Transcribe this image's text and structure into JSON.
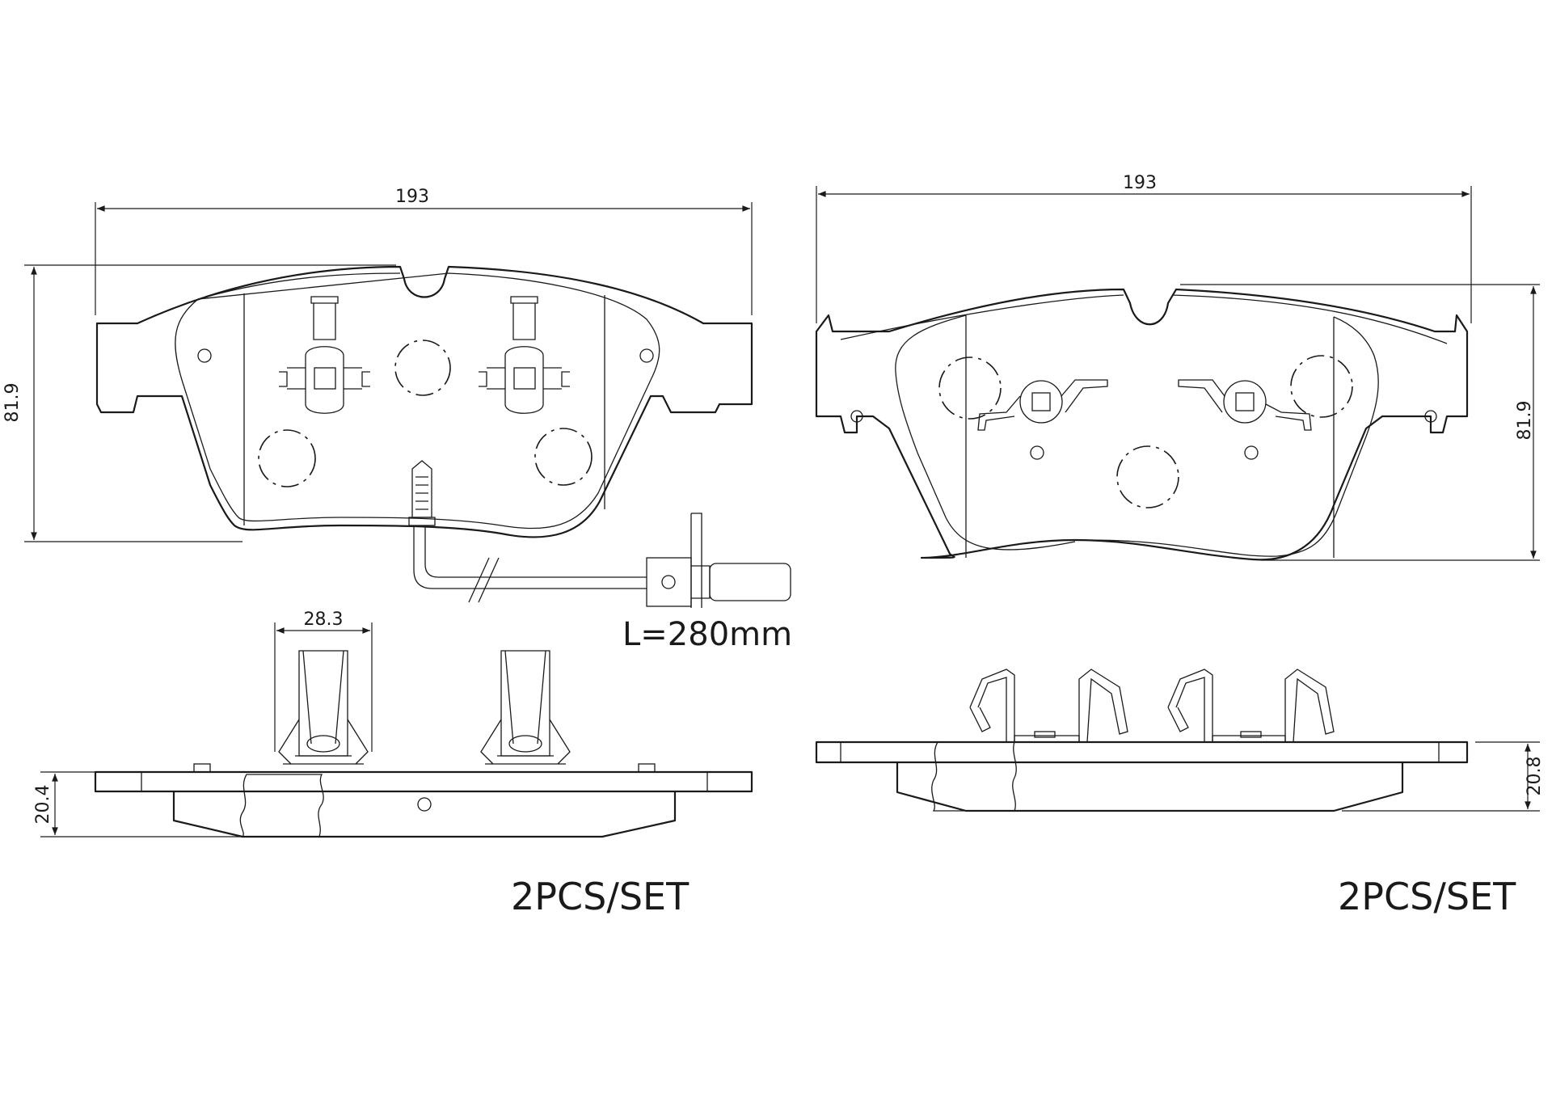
{
  "left_pad": {
    "width_dim": "193",
    "height_dim": "81.9",
    "clip_dim": "28.3",
    "thickness_dim": "20.4",
    "wire_length": "L=280mm",
    "set_label": "2PCS/SET"
  },
  "right_pad": {
    "width_dim": "193",
    "height_dim": "81.9",
    "thickness_dim": "20.8",
    "set_label": "2PCS/SET"
  }
}
